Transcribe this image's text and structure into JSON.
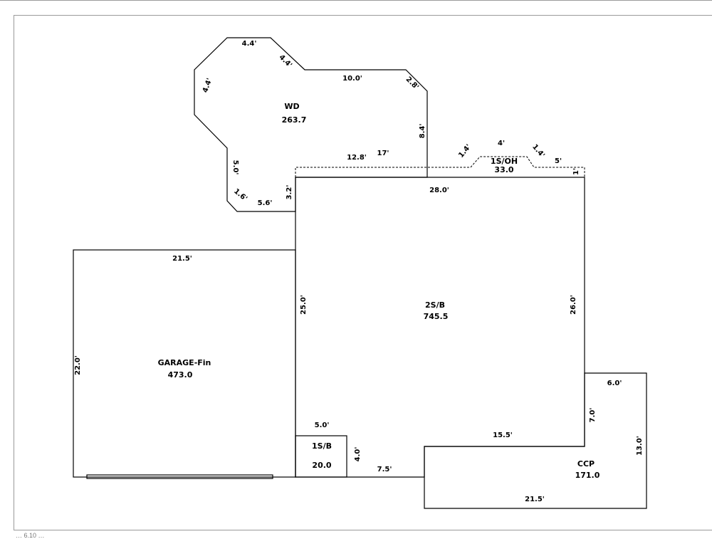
{
  "rooms": {
    "wd": {
      "name": "WD",
      "area": "263.7"
    },
    "oh": {
      "name": "1S/OH",
      "area": "33.0"
    },
    "main": {
      "name": "2S/B",
      "area": "745.5"
    },
    "garage": {
      "name": "GARAGE-Fin",
      "area": "473.0"
    },
    "sb": {
      "name": "1S/B",
      "area": "20.0"
    },
    "ccp": {
      "name": "CCP",
      "area": "171.0"
    }
  },
  "dims": {
    "wd_top": "4.4'",
    "wd_diag_top": "4.4'",
    "wd_left_diag": "4.4'",
    "wd_ten": "10.0'",
    "wd_diag_right": "2.8'",
    "wd_right": "8.4'",
    "wd_left": "5.0'",
    "wd_diag_bottom": "1.6'",
    "wd_bottom": "5.6'",
    "wd_step": "3.2'",
    "wd_inner": "12.8'",
    "oh_17": "17'",
    "oh_diag_left": "1.4'",
    "oh_4": "4'",
    "oh_diag_right": "1.4'",
    "oh_5": "5'",
    "oh_1": "1'",
    "main_top": "28.0'",
    "main_left": "25.0'",
    "main_right": "26.0'",
    "main_bottom": "15.5'",
    "main_bottom_left": "7.5'",
    "garage_top": "21.5'",
    "garage_left": "22.0'",
    "sb_top": "5.0'",
    "sb_right": "4.0'",
    "ccp_top": "6.0'",
    "ccp_left": "7.0'",
    "ccp_right": "13.0'",
    "ccp_bottom": "21.5'"
  },
  "footer": "… 6.10 …"
}
